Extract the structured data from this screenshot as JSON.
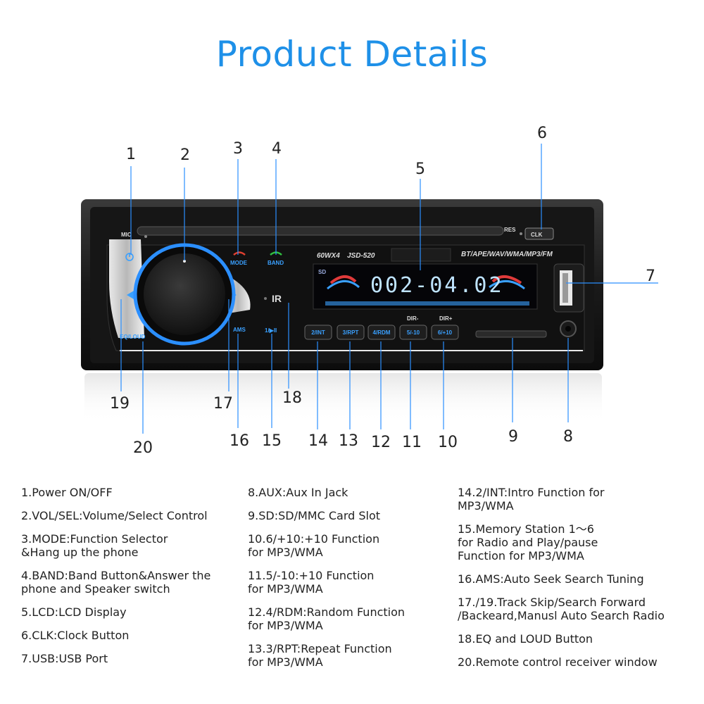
{
  "title": "Product Details",
  "device": {
    "mic_label": "MIC",
    "res_label": "RES",
    "clk_label": "CLK",
    "mode_label": "MODE",
    "band_label": "BAND",
    "power_label": "60WX4",
    "model_label": "JSD-520",
    "formats_label": "BT/APE/WAV/WMA/MP3/FM",
    "sd_label": "SD",
    "display_text": "002-04.02",
    "ams_label": "AMS",
    "play_label": "1/▶II",
    "eq_label": "EQ/LOUD",
    "ir_label": "IR",
    "dir_minus": "DIR-",
    "dir_plus": "DIR+",
    "presets": [
      "2/INT",
      "3/RPT",
      "4/RDM",
      "5/-10",
      "6/+10"
    ]
  },
  "callouts": [
    "1",
    "2",
    "3",
    "4",
    "5",
    "6",
    "7",
    "8",
    "9",
    "10",
    "11",
    "12",
    "13",
    "14",
    "15",
    "16",
    "17",
    "18",
    "19",
    "20"
  ],
  "legend": {
    "col1": [
      "1.Power ON/OFF",
      "2.VOL/SEL:Volume/Select Control",
      "3.MODE:Function Selector\n  &Hang up the phone",
      "4.BAND:Band Button&Answer the\n  phone and Speaker switch",
      "5.LCD:LCD Display",
      "6.CLK:Clock Button",
      "7.USB:USB Port"
    ],
    "col2": [
      "8.AUX:Aux In Jack",
      "9.SD:SD/MMC Card Slot",
      "10.6/+10:+10 Function\n    for MP3/WMA",
      "11.5/-10:+10 Function\n    for MP3/WMA",
      "12.4/RDM:Random Function\n    for MP3/WMA",
      "13.3/RPT:Repeat Function\n    for MP3/WMA"
    ],
    "col3": [
      "14.2/INT:Intro Function for\n    MP3/WMA",
      "15.Memory Station 1～6\n    for Radio and Play/pause\n    Function for MP3/WMA",
      "16.AMS:Auto Seek Search Tuning",
      "17./19.Track Skip/Search Forward\n    /Backeard,Manusl Auto Search Radio",
      "18.EQ and LOUD Button",
      "20.Remote control receiver window"
    ]
  }
}
